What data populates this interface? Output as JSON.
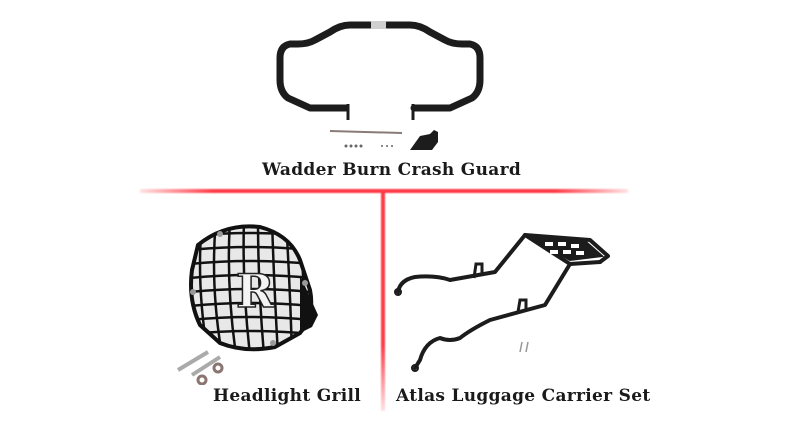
{
  "products": [
    {
      "name": "Wadder Burn Crash Guard",
      "icon": "crash-guard-image"
    },
    {
      "name": "Headlight Grill",
      "icon": "headlight-grill-image"
    },
    {
      "name": "Atlas Luggage Carrier Set",
      "icon": "luggage-carrier-image"
    }
  ],
  "colors": {
    "divider": "#ff3b47",
    "metal": "#1c1c1c",
    "caption": "#1a1a1a",
    "background": "#ffffff"
  }
}
